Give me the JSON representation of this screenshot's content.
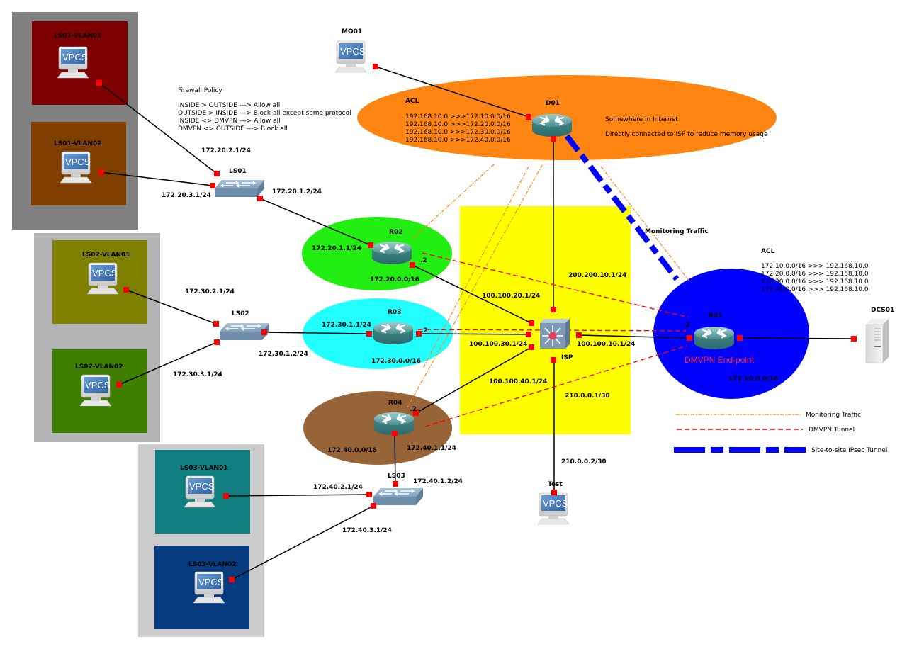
{
  "title": "GNS3 network topology - DMVPN / IPsec lab",
  "colors": {
    "link": "#000000",
    "port": "#ff0000",
    "monitoring": "#ff8a1e",
    "dmvpn": "#ff0000",
    "ipsec": "#0000ff",
    "internet_zone": "#ff8512",
    "isp_zone": "#ffff00",
    "r01_zone": "#0000ff",
    "r02_zone": "#22ee11",
    "r03_zone": "#22ffff",
    "r04_zone": "#966437",
    "ls01_group": "#808080",
    "ls02_group": "#b3b3b3",
    "ls03_group": "#cccccc",
    "ls01_vlan01": "#7f0000",
    "ls01_vlan02": "#7f3f00",
    "ls02_vlan01": "#7f7f00",
    "ls02_vlan02": "#3f7f00",
    "ls03_vlan01": "#117f7f",
    "ls03_vlan02": "#063c7f"
  },
  "groups": {
    "ls01_vlan01": "LS01-VLAN01",
    "ls01_vlan02": "LS01-VLAN02",
    "ls02_vlan01": "LS02-VLAN01",
    "ls02_vlan02": "LS02-VLAN02",
    "ls03_vlan01": "LS03-VLAN01",
    "ls03_vlan02": "LS03-VLAN02"
  },
  "devices": {
    "mo01": "MO01",
    "d01": "D01",
    "r01": "R01",
    "r02": "R02",
    "r03": "R03",
    "r04": "R04",
    "isp": "ISP",
    "ls01": "LS01",
    "ls02": "LS02",
    "ls03": "LS03",
    "dcs01": "DCS01",
    "test": "Test",
    "vpcs_label": "VPCS"
  },
  "firewall_policy": {
    "title": "Firewall Policy",
    "rules": [
      "INSIDE > OUTSIDE ---> Allow all",
      "OUTSIDE > INSIDE ---> Block all except some protocol",
      "INSIDE <> DMVPN ---> Allow all",
      "DMVPN <> OUTSIDE ---> Block all"
    ]
  },
  "internet_note": {
    "line1": "Somewhere in Internet",
    "line2": "Directly connected to ISP to reduce memory usage"
  },
  "acl_d01": {
    "title": "ACL",
    "rules": [
      "192.168.10.0 >>>172.10.0.0/16",
      "192.168.10.0 >>>172.20.0.0/16",
      "192.168.10.0 >>>172.30.0.0/16",
      "192.168.10.0 >>>172.40.0.0/16"
    ]
  },
  "acl_r01": {
    "title": "ACL",
    "rules": [
      "172.10.0.0/16 >>> 192.168.10.0",
      "172.20.0.0/16 >>> 192.168.10.0",
      "172.30.0.0/16 >>> 192.168.10.0",
      "172.40.0.0/16 >>> 192.168.10.0"
    ]
  },
  "addresses": {
    "ls01_vlan01_gw": "172.20.2.1/24",
    "ls01_vlan02_gw": "172.20.3.1/24",
    "ls01_uplink": "172.20.1.2/24",
    "r02_lan": "172.20.1.1/24",
    "r02_net": "172.20.0.0/16",
    "r02_dot2": ".2",
    "ls02_vlan01_gw": "172.30.2.1/24",
    "ls02_vlan02_gw": "172.30.3.1/24",
    "ls02_uplink": "172.30.1.2/24",
    "r03_lan": "172.30.1.1/24",
    "r03_net": "172.30.0.0/16",
    "r03_dot2": ".2",
    "r04_lan": "172.40.1.1/24",
    "r04_net": "172.40.0.0/16",
    "r04_dot2": ".2",
    "ls03_uplink": "172.40.1.2/24",
    "ls03_vlan01_gw": "172.40.2.1/24",
    "ls03_vlan02_gw": "172.40.3.1/24",
    "isp_r02": "100.100.20.1/24",
    "isp_r03": "100.100.30.1/24",
    "isp_r04": "100.100.40.1/24",
    "isp_r01": "100.100.10.1/24",
    "isp_d01": "200.200.10.1/24",
    "isp_test": "210.0.0.1/30",
    "test_ip": "210.0.0.2/30",
    "r01_dot2": ".2",
    "r01_net": "172.10.0.0/16",
    "r01_role": "DMVPN End-point"
  },
  "annotations": {
    "monitoring_traffic": "Monitoring Traffic"
  },
  "legend": [
    {
      "style": "monitoring",
      "label": "Monitoring Traffic"
    },
    {
      "style": "dmvpn",
      "label": "DMVPN Tunnel"
    },
    {
      "style": "ipsec",
      "label": "Site-to-site IPsec Tunnel"
    }
  ]
}
